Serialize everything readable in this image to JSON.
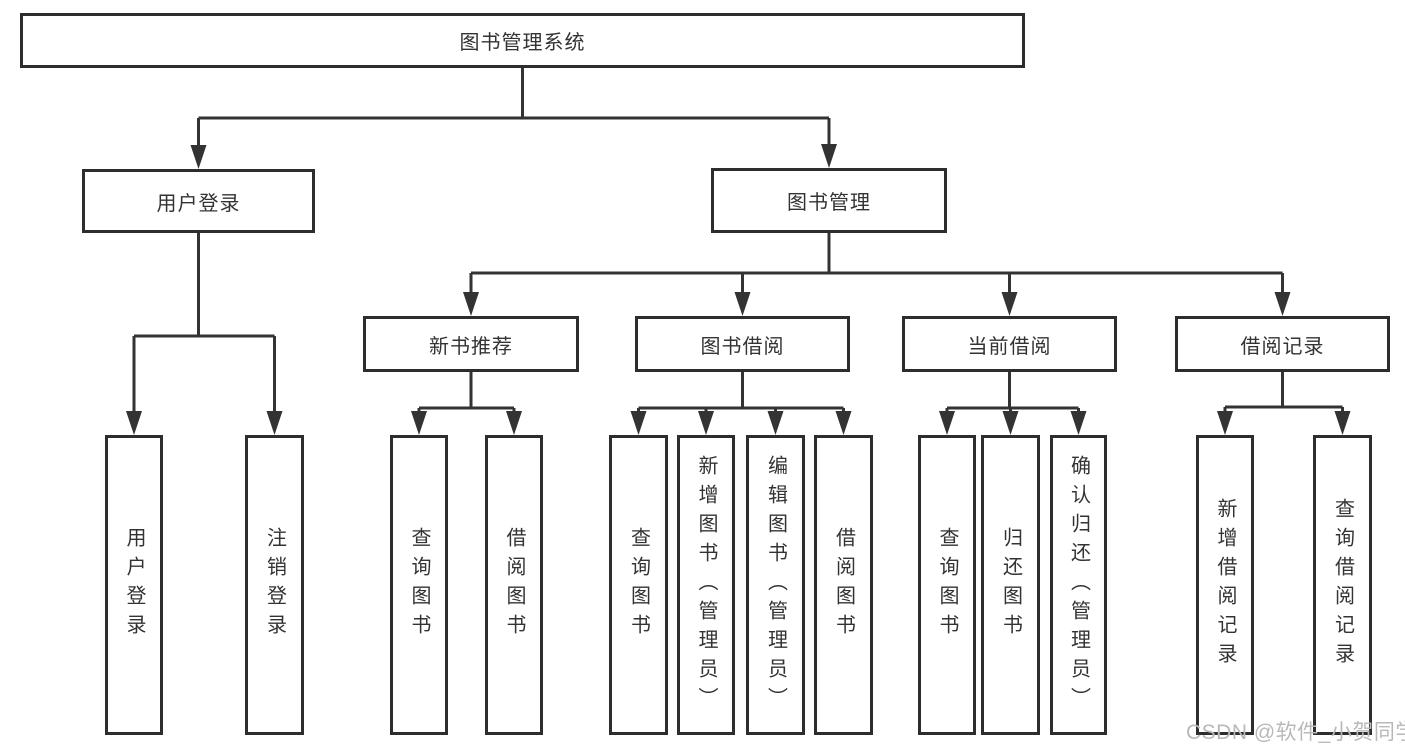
{
  "diagram": {
    "root": {
      "label": "图书管理系统"
    },
    "level2": [
      {
        "label": "用户登录"
      },
      {
        "label": "图书管理"
      }
    ],
    "level3": [
      {
        "label": "新书推荐"
      },
      {
        "label": "图书借阅"
      },
      {
        "label": "当前借阅"
      },
      {
        "label": "借阅记录"
      }
    ],
    "leaves": [
      {
        "label": "用户登录"
      },
      {
        "label": "注销登录"
      },
      {
        "label": "查询图书"
      },
      {
        "label": "借阅图书"
      },
      {
        "label": "查询图书"
      },
      {
        "label": "新增图书（管理员）"
      },
      {
        "label": "编辑图书（管理员）"
      },
      {
        "label": "借阅图书"
      },
      {
        "label": "查询图书"
      },
      {
        "label": "归还图书"
      },
      {
        "label": "确认归还（管理员）"
      },
      {
        "label": "新增借阅记录"
      },
      {
        "label": "查询借阅记录"
      }
    ],
    "watermark": "CSDN @软件_小贺同学",
    "colors": {
      "line": "#333333",
      "border": "#2d2d2d",
      "text": "#333333",
      "watermark": "#b9b9b9",
      "background": "#ffffff"
    }
  }
}
